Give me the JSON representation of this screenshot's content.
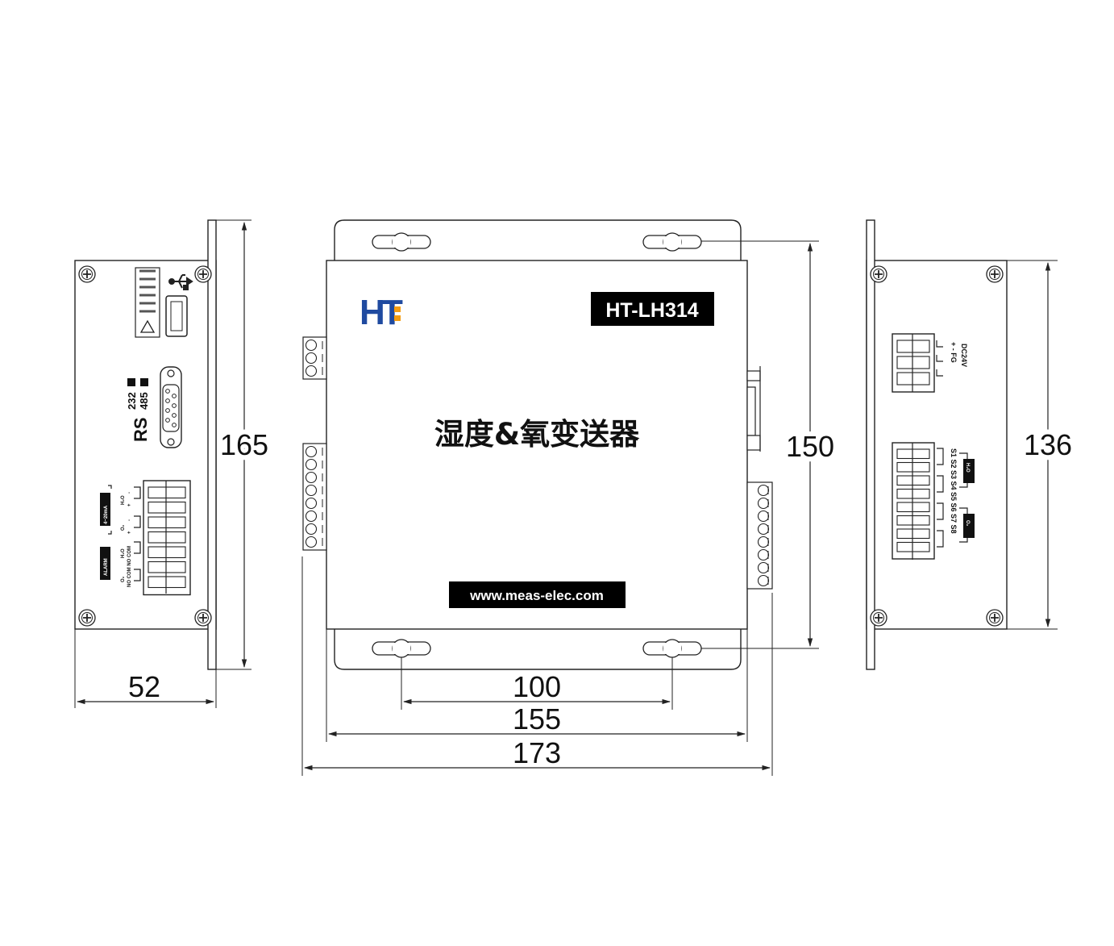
{
  "front": {
    "logo_h": "H",
    "logo_t": "T",
    "model": "HT-LH314",
    "title": "湿度&氧变送器",
    "url": "www.meas-elec.com",
    "brand_colors": {
      "blue": "#1f4aa0",
      "orange": "#f39c12",
      "label_bg": "#000000"
    }
  },
  "left_panel": {
    "rs_label": "RS",
    "rs_232": "232",
    "rs_485": "485",
    "badge_current": "4~20mA",
    "badge_alarm": "ALARM",
    "h2o": "H₂O",
    "o2": "O₂",
    "plus": "+",
    "minus": "-",
    "no_com_no_com": "NO COM NO COM",
    "usb_icon": "usb-icon",
    "warning_icon": "warning-triangle-icon"
  },
  "right_panel": {
    "power_label": "DC24V",
    "power_pins": "+  -  FG",
    "sensor_pins": "S1 S2 S3 S4 S5 S6 S7 S8",
    "badge_h2o": "H₂O",
    "badge_o2": "O₂"
  },
  "dimensions": {
    "left_width": "52",
    "left_height": "165",
    "front_hole_spacing": "100",
    "front_body_width": "155",
    "front_overall_width": "173",
    "front_hole_height": "150",
    "right_height": "136"
  }
}
